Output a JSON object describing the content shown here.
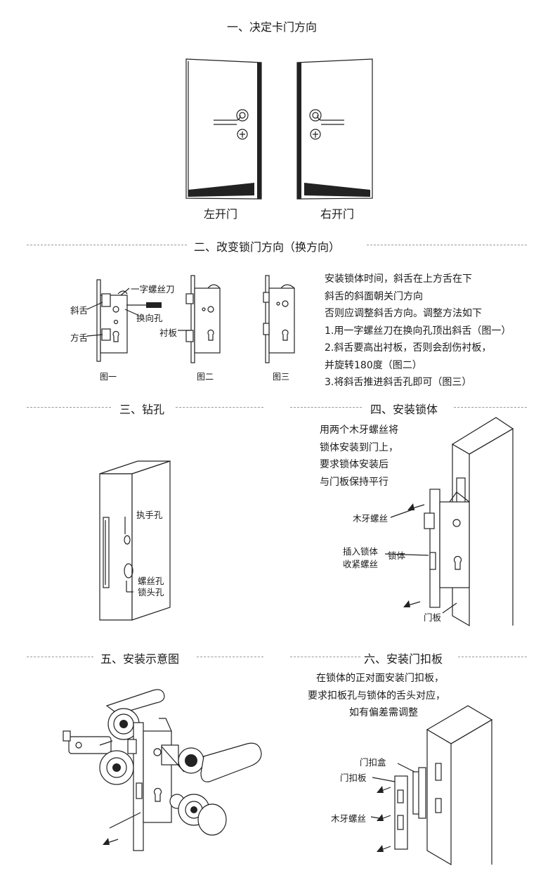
{
  "section1": {
    "title": "一、决定卡门方向",
    "left_door": "左开门",
    "right_door": "右开门"
  },
  "section2": {
    "title": "二、改变锁门方向（换方向）",
    "labels": {
      "latch": "斜舌",
      "square_bolt": "方舌",
      "screwdriver": "一字螺丝刀",
      "switch_hole": "换向孔",
      "liner": "衬板"
    },
    "captions": [
      "图一",
      "图二",
      "图三"
    ],
    "lines": [
      "安装锁体时间，斜舌在上方舌在下",
      "斜舌的斜面朝关门方向",
      "否则应调整斜舌方向。调整方法如下",
      "1.用一字螺丝刀在换向孔顶出斜舌（图一）",
      "2.斜舌要高出衬板，否则会刮伤衬板，",
      "并旋转180度（图二）",
      "3.将斜舌推进斜舌孔即可（图三）"
    ]
  },
  "section3": {
    "title": "三、钻孔",
    "handle_hole": "执手孔",
    "screw_hole": "螺丝孔",
    "cylinder_hole": "锁头孔"
  },
  "section4": {
    "title": "四、安装锁体",
    "lines": [
      "用两个木牙螺丝将",
      "锁体安装到门上，",
      "要求锁体安装后",
      "与门板保持平行"
    ],
    "wood_screw": "木牙螺丝",
    "insert_line1": "插入锁体",
    "insert_line2": "收紧螺丝",
    "lock_body": "锁体",
    "door_panel": "门板"
  },
  "section5": {
    "title": "五、安装示意图"
  },
  "section6": {
    "title": "六、安装门扣板",
    "lines": [
      "在锁体的正对面安装门扣板，",
      "要求扣板孔与锁体的舌头对应，",
      "如有偏差需调整"
    ],
    "strike_box": "门扣盒",
    "strike_plate": "门扣板",
    "wood_screw": "木牙螺丝"
  }
}
